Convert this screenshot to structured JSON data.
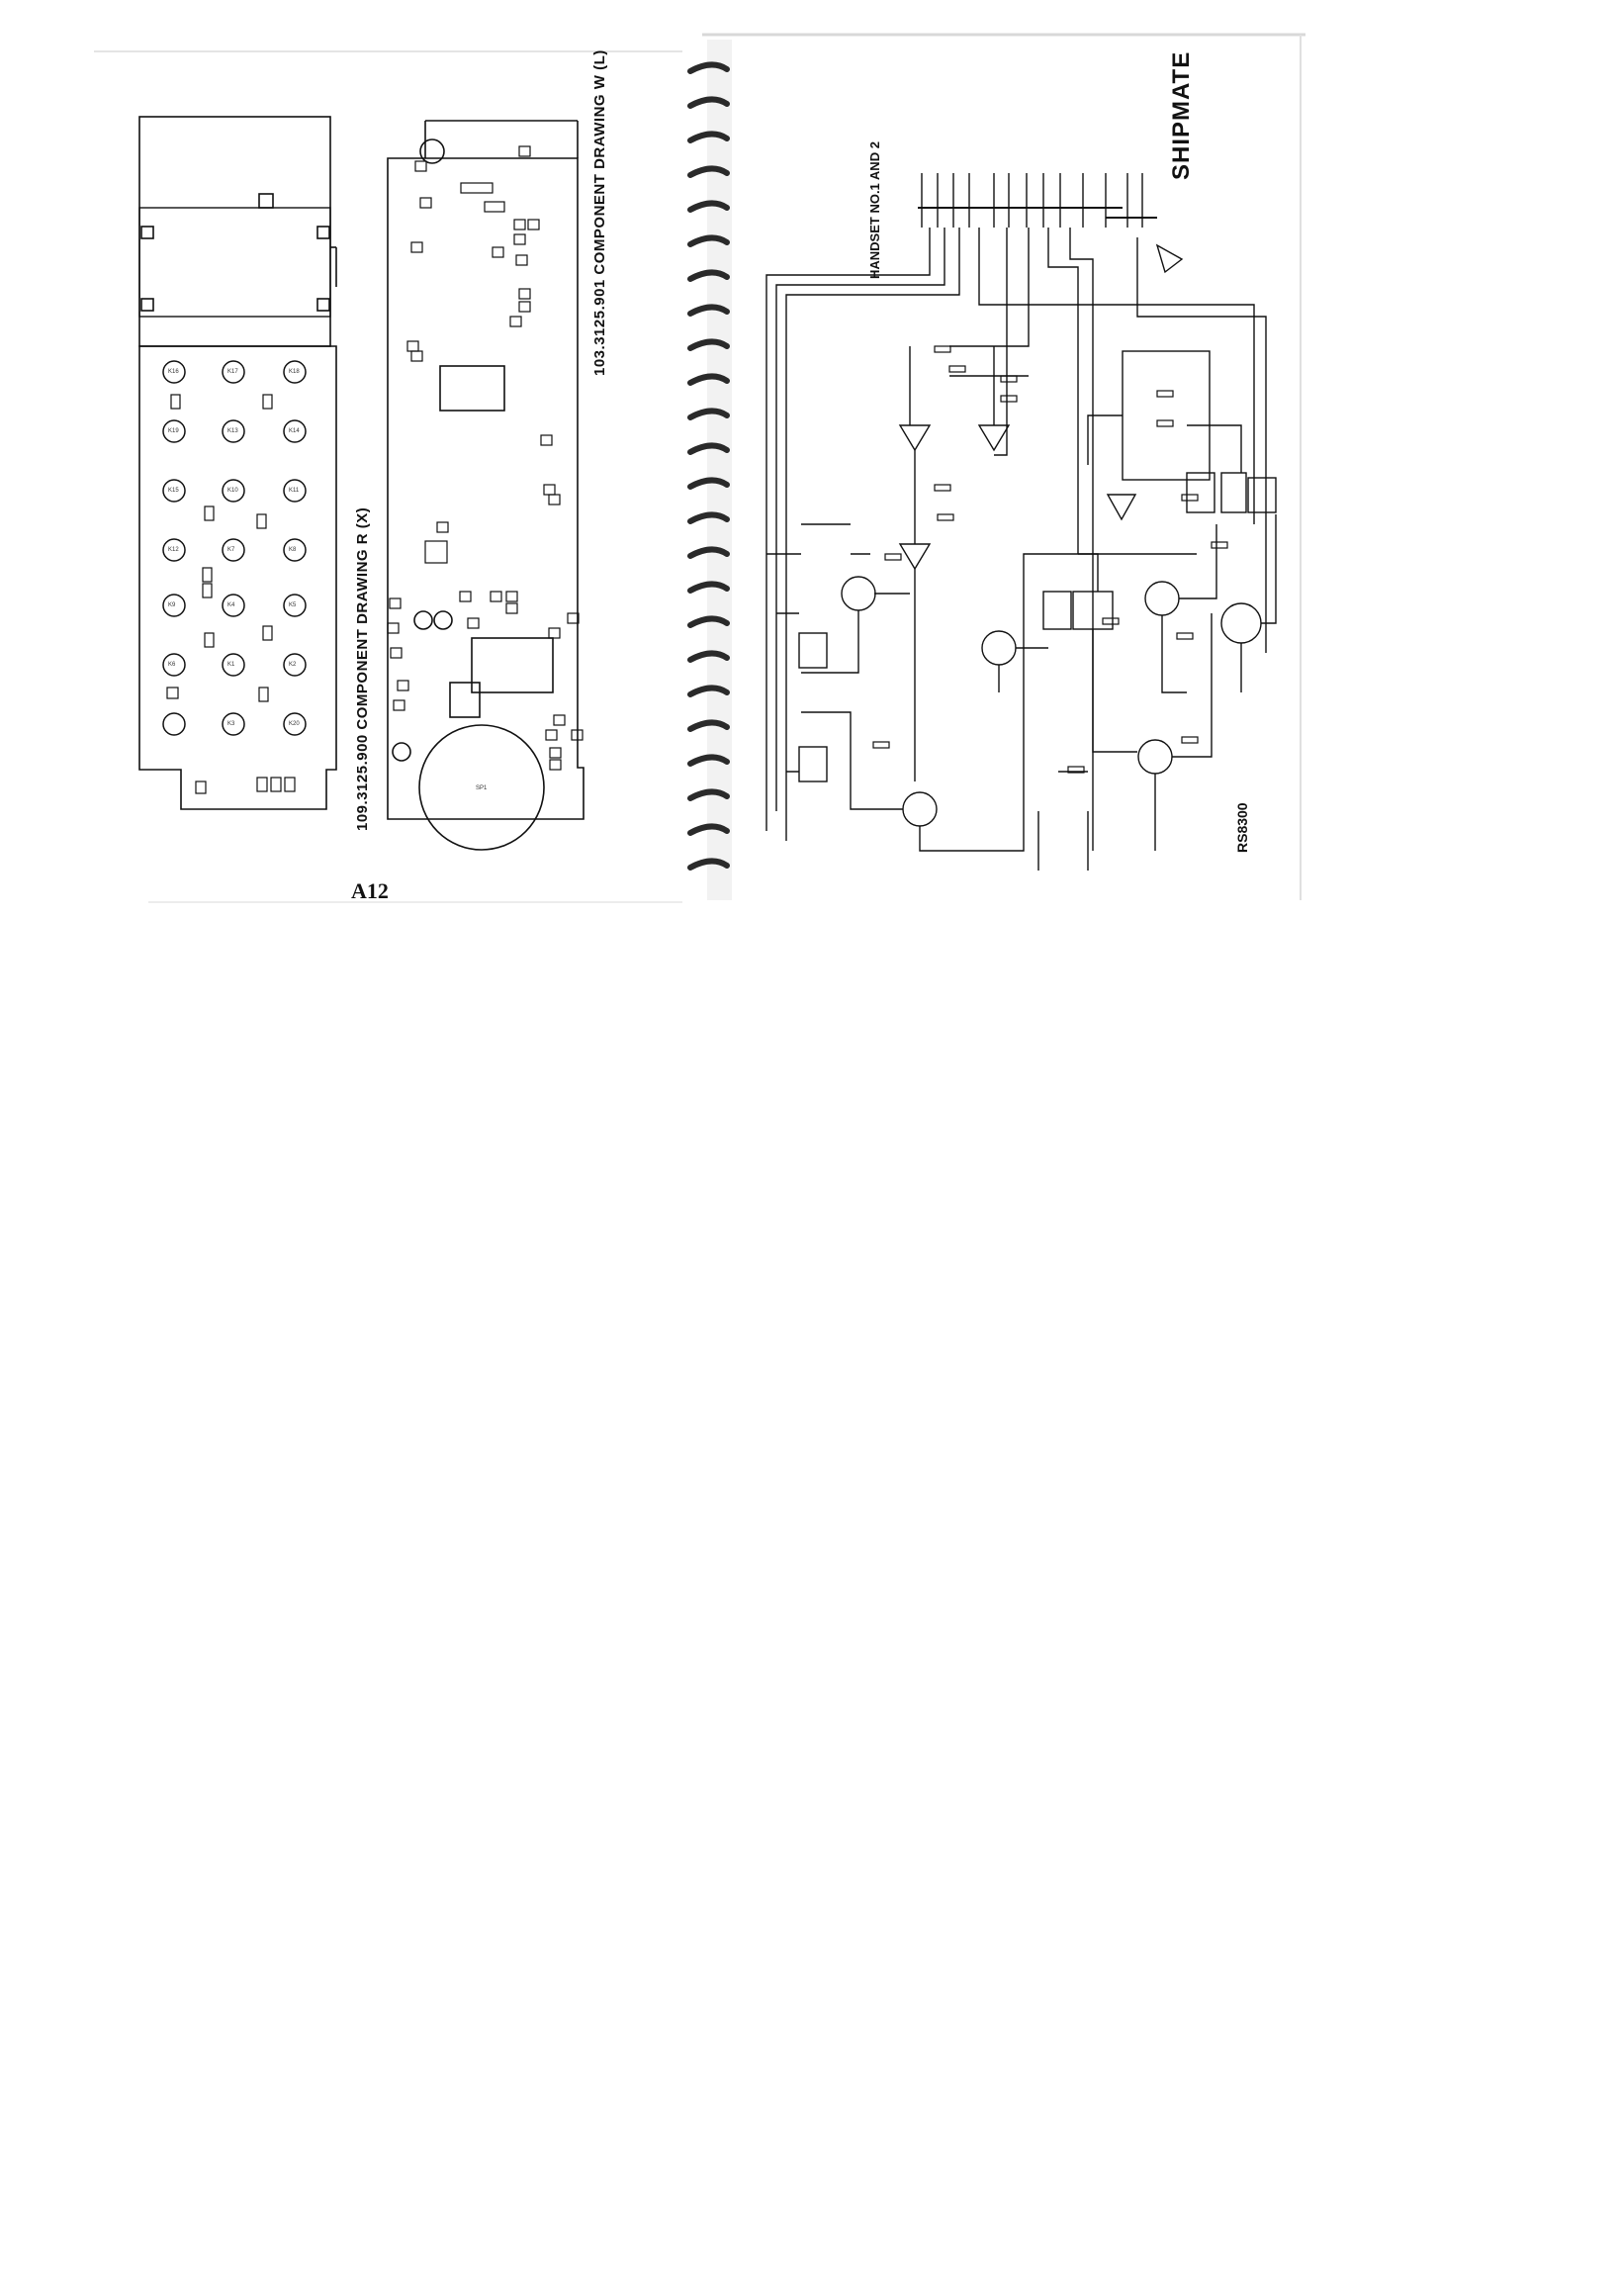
{
  "page": {
    "page_label": "A12"
  },
  "pcb_left": {
    "title": "109.3125.900 COMPONENT DRAWING R (X)",
    "key_labels": [
      "K16",
      "K17",
      "K18",
      "K19",
      "K13",
      "K14",
      "K15",
      "K10",
      "K11",
      "K12",
      "K7",
      "K8",
      "K9",
      "K4",
      "K5",
      "K6",
      "K1",
      "K2",
      "K3",
      "K20"
    ]
  },
  "pcb_right": {
    "title": "103.3125.901 COMPONENT DRAWING W (L)",
    "speaker_label": "SP1"
  },
  "schematic": {
    "title": "HANDSET NO.1 AND 2",
    "brand": "SHIPMATE",
    "model": "RS8300"
  }
}
